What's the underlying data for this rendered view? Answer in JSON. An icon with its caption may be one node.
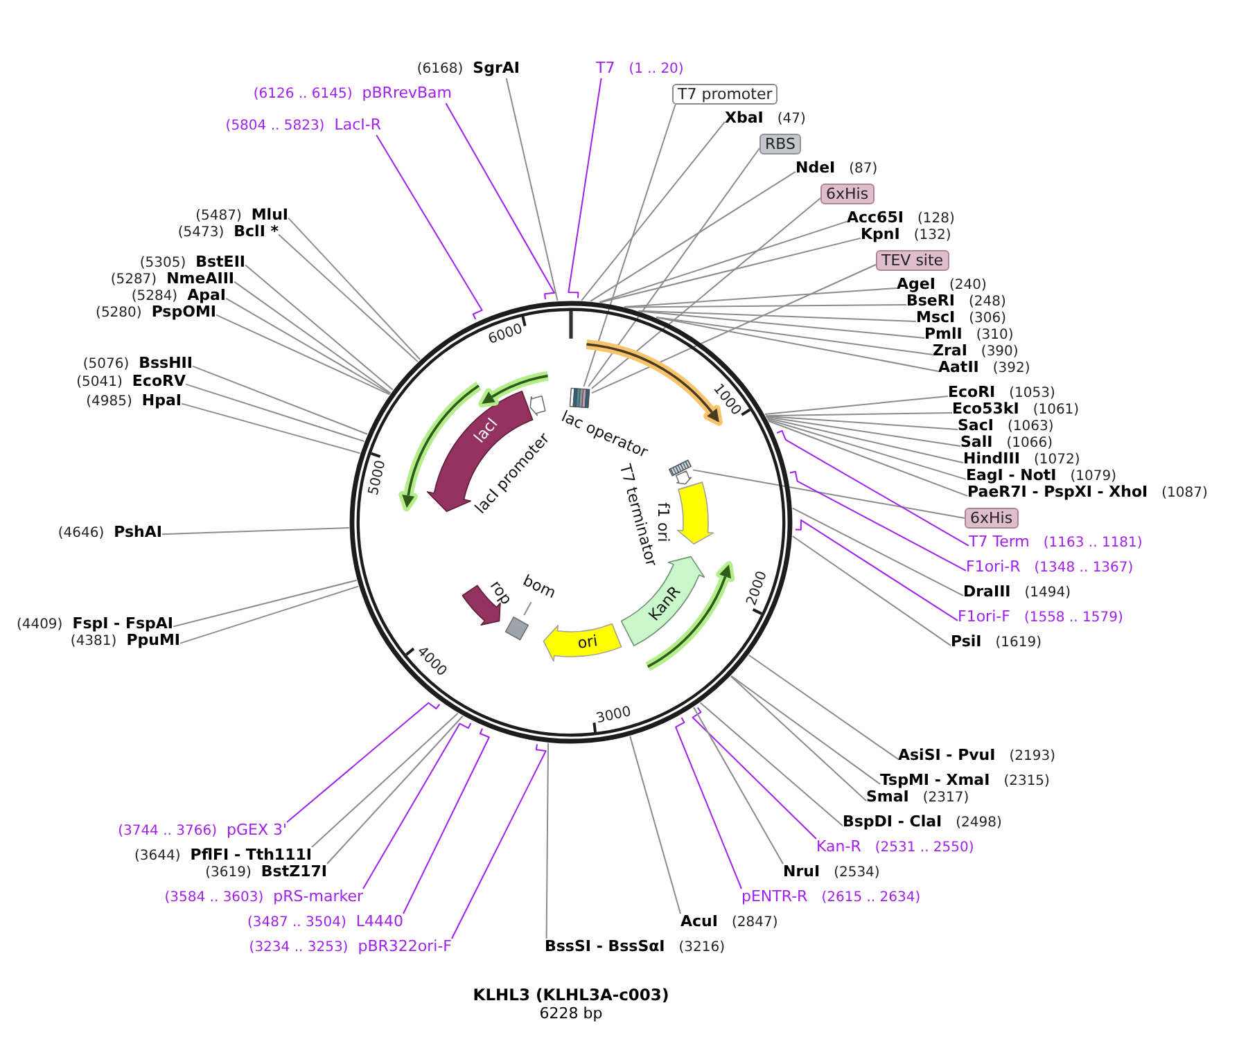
{
  "diagram": {
    "title": "KLHL3 (KLHL3A-c003)",
    "caption": "6228 bp",
    "nodes": [
      {
        "text": [
          "T7",
          "(1 .. 20)"
        ]
      },
      {
        "text": [
          "T7 promoter"
        ]
      },
      {
        "text": [
          "XbaI",
          "(47)"
        ]
      },
      {
        "text": [
          "RBS"
        ]
      },
      {
        "text": [
          "NdeI",
          "(87)"
        ]
      },
      {
        "text": [
          "6xHis"
        ]
      },
      {
        "text": [
          "Acc65I",
          "(128)"
        ]
      },
      {
        "text": [
          "KpnI",
          "(132)"
        ]
      },
      {
        "text": [
          "TEV site"
        ]
      },
      {
        "text": [
          "AgeI",
          "(240)"
        ]
      },
      {
        "text": [
          "BseRI",
          "(248)"
        ]
      },
      {
        "text": [
          "MscI",
          "(306)"
        ]
      },
      {
        "text": [
          "PmlI",
          "(310)"
        ]
      },
      {
        "text": [
          "ZraI",
          "(390)"
        ]
      },
      {
        "text": [
          "AatII",
          "(392)"
        ]
      },
      {
        "text": [
          "EcoRI",
          "(1053)"
        ]
      },
      {
        "text": [
          "Eco53kI",
          "(1061)"
        ]
      },
      {
        "text": [
          "SacI",
          "(1063)"
        ]
      },
      {
        "text": [
          "SalI",
          "(1066)"
        ]
      },
      {
        "text": [
          "HindIII",
          "(1072)"
        ]
      },
      {
        "text": [
          "EagI - NotI",
          "(1079)"
        ]
      },
      {
        "text": [
          "PaeR7I - PspXI - XhoI",
          "(1087)"
        ]
      },
      {
        "text": [
          "6xHis"
        ]
      },
      {
        "text": [
          "T7 Term",
          "(1163 .. 1181)"
        ]
      },
      {
        "text": [
          "F1ori-R",
          "(1348 .. 1367)"
        ]
      },
      {
        "text": [
          "DraIII",
          "(1494)"
        ]
      },
      {
        "text": [
          "F1ori-F",
          "(1558 .. 1579)"
        ]
      },
      {
        "text": [
          "PsiI",
          "(1619)"
        ]
      },
      {
        "text": [
          "AsiSI - PvuI",
          "(2193)"
        ]
      },
      {
        "text": [
          "TspMI - XmaI",
          "(2315)"
        ]
      },
      {
        "text": [
          "SmaI",
          "(2317)"
        ]
      },
      {
        "text": [
          "BspDI - ClaI",
          "(2498)"
        ]
      },
      {
        "text": [
          "Kan-R",
          "(2531 .. 2550)"
        ]
      },
      {
        "text": [
          "NruI",
          "(2534)"
        ]
      },
      {
        "text": [
          "pENTR-R",
          "(2615 .. 2634)"
        ]
      },
      {
        "text": [
          "AcuI",
          "(2847)"
        ]
      },
      {
        "text": [
          "BssSI - BssSαI",
          "(3216)"
        ]
      },
      {
        "text": [
          "(3234 .. 3253)",
          "pBR322ori-F"
        ]
      },
      {
        "text": [
          "(3487 .. 3504)",
          "L4440"
        ]
      },
      {
        "text": [
          "(3584 .. 3603)",
          "pRS-marker"
        ]
      },
      {
        "text": [
          "(3619)",
          "BstZ17I"
        ]
      },
      {
        "text": [
          "(3644)",
          "PflFI - Tth111I"
        ]
      },
      {
        "text": [
          "(3744 .. 3766)",
          "pGEX 3'"
        ]
      },
      {
        "text": [
          "(4381)",
          "PpuMI"
        ]
      },
      {
        "text": [
          "(4409)",
          "FspI - FspAI"
        ]
      },
      {
        "text": [
          "(4646)",
          "PshAI"
        ]
      },
      {
        "text": [
          "(4985)",
          "HpaI"
        ]
      },
      {
        "text": [
          "(5041)",
          "EcoRV"
        ]
      },
      {
        "text": [
          "(5076)",
          "BssHII"
        ]
      },
      {
        "text": [
          "(5280)",
          "PspOMI"
        ]
      },
      {
        "text": [
          "(5284)",
          "ApaI"
        ]
      },
      {
        "text": [
          "(5287)",
          "NmeAIII"
        ]
      },
      {
        "text": [
          "(5305)",
          "BstEII"
        ]
      },
      {
        "text": [
          "(5473)",
          "BclI *"
        ]
      },
      {
        "text": [
          "(5487)",
          "MluI"
        ]
      },
      {
        "text": [
          "(5804 .. 5823)",
          "LacI-R"
        ]
      },
      {
        "text": [
          "(6126 .. 6145)",
          "pBRrevBam"
        ]
      },
      {
        "text": [
          "(6168)",
          "SgrAI"
        ]
      },
      {
        "text": [
          "1000",
          "2000",
          "3000",
          "4000",
          "5000",
          "6000"
        ]
      },
      {
        "text": [],
        "shape": "arrow",
        "in": 58
      },
      {
        "text": [],
        "shape": "box",
        "in": 58,
        "beside": [
          "lac operator"
        ]
      },
      {
        "text": [],
        "shape": "box",
        "in": 58
      },
      {
        "text": [],
        "shape": "arrow",
        "in": 58
      },
      {
        "text": [],
        "shape": "arrow",
        "in": 58,
        "beside": [
          "f1 ori"
        ]
      },
      {
        "text": [
          "KanR"
        ],
        "in": 58
      },
      {
        "text": [],
        "shape": "arrow",
        "in": 58
      },
      {
        "text": [
          "ori"
        ],
        "in": 58
      },
      {
        "text": [],
        "shape": "box",
        "in": 58
      },
      {
        "text": [
          "bom"
        ],
        "in": 58
      },
      {
        "text": [],
        "shape": "arrow",
        "in": 58,
        "beside": [
          "rop"
        ]
      },
      {
        "text": [
          "lacI"
        ],
        "in": 58
      },
      {
        "text": [],
        "shape": "arrow",
        "in": 58
      },
      {
        "text": [],
        "shape": "arrow",
        "in": 58
      },
      {
        "text": [],
        "shape": "arrow",
        "in": 58
      }
    ],
    "edges": [
      {
        "from": 0,
        "to": 58,
        "arrow": "none",
        "color": "#a020f0"
      },
      {
        "from": 1,
        "to": 60,
        "arrow": "none"
      },
      {
        "from": 2,
        "to": 58,
        "arrow": "none"
      },
      {
        "from": 3,
        "to": 60,
        "arrow": "none"
      },
      {
        "from": 4,
        "to": 58,
        "arrow": "none"
      },
      {
        "from": 5,
        "to": 60,
        "arrow": "none"
      },
      {
        "from": 6,
        "to": 58,
        "arrow": "none"
      },
      {
        "from": 7,
        "to": 58,
        "arrow": "none"
      },
      {
        "from": 8,
        "to": 60,
        "arrow": "none"
      },
      {
        "from": 9,
        "to": 58,
        "arrow": "none"
      },
      {
        "from": 10,
        "to": 58,
        "arrow": "none"
      },
      {
        "from": 11,
        "to": 58,
        "arrow": "none"
      },
      {
        "from": 12,
        "to": 58,
        "arrow": "none"
      },
      {
        "from": 13,
        "to": 58,
        "arrow": "none"
      },
      {
        "from": 14,
        "to": 58,
        "arrow": "none"
      },
      {
        "from": 15,
        "to": 58,
        "arrow": "none"
      },
      {
        "from": 16,
        "to": 58,
        "arrow": "none"
      },
      {
        "from": 17,
        "to": 58,
        "arrow": "none"
      },
      {
        "from": 18,
        "to": 58,
        "arrow": "none"
      },
      {
        "from": 19,
        "to": 58,
        "arrow": "none"
      },
      {
        "from": 20,
        "to": 58,
        "arrow": "none"
      },
      {
        "from": 21,
        "to": 58,
        "arrow": "none"
      },
      {
        "from": 22,
        "to": 61,
        "arrow": "none"
      },
      {
        "from": 23,
        "to": 58,
        "arrow": "none",
        "color": "#a020f0"
      },
      {
        "from": 24,
        "to": 58,
        "arrow": "none",
        "color": "#a020f0"
      },
      {
        "from": 25,
        "to": 58,
        "arrow": "none"
      },
      {
        "from": 26,
        "to": 58,
        "arrow": "none",
        "color": "#a020f0"
      },
      {
        "from": 27,
        "to": 58,
        "arrow": "none"
      },
      {
        "from": 28,
        "to": 58,
        "arrow": "none"
      },
      {
        "from": 29,
        "to": 58,
        "arrow": "none"
      },
      {
        "from": 30,
        "to": 58,
        "arrow": "none"
      },
      {
        "from": 31,
        "to": 58,
        "arrow": "none"
      },
      {
        "from": 32,
        "to": 58,
        "arrow": "none",
        "color": "#a020f0"
      },
      {
        "from": 33,
        "to": 58,
        "arrow": "none"
      },
      {
        "from": 34,
        "to": 58,
        "arrow": "none",
        "color": "#a020f0"
      },
      {
        "from": 35,
        "to": 58,
        "arrow": "none"
      },
      {
        "from": 36,
        "to": 58,
        "arrow": "none"
      },
      {
        "from": 37,
        "to": 58,
        "arrow": "none",
        "color": "#a020f0"
      },
      {
        "from": 38,
        "to": 58,
        "arrow": "none",
        "color": "#a020f0"
      },
      {
        "from": 39,
        "to": 58,
        "arrow": "none",
        "color": "#a020f0"
      },
      {
        "from": 40,
        "to": 58,
        "arrow": "none"
      },
      {
        "from": 41,
        "to": 58,
        "arrow": "none"
      },
      {
        "from": 42,
        "to": 58,
        "arrow": "none",
        "color": "#a020f0"
      },
      {
        "from": 43,
        "to": 58,
        "arrow": "none"
      },
      {
        "from": 44,
        "to": 58,
        "arrow": "none"
      },
      {
        "from": 45,
        "to": 58,
        "arrow": "none"
      },
      {
        "from": 46,
        "to": 58,
        "arrow": "none"
      },
      {
        "from": 47,
        "to": 58,
        "arrow": "none"
      },
      {
        "from": 48,
        "to": 58,
        "arrow": "none"
      },
      {
        "from": 49,
        "to": 58,
        "arrow": "none"
      },
      {
        "from": 50,
        "to": 58,
        "arrow": "none"
      },
      {
        "from": 51,
        "to": 58,
        "arrow": "none"
      },
      {
        "from": 52,
        "to": 58,
        "arrow": "none"
      },
      {
        "from": 53,
        "to": 58,
        "arrow": "none"
      },
      {
        "from": 54,
        "to": 58,
        "arrow": "none"
      },
      {
        "from": 55,
        "to": 58,
        "arrow": "none",
        "color": "#a020f0"
      },
      {
        "from": 56,
        "to": 58,
        "arrow": "none",
        "color": "#a020f0"
      },
      {
        "from": 57,
        "to": 58,
        "arrow": "none"
      },
      {
        "from": 68,
        "to": 67,
        "arrow": "none"
      }
    ],
    "labels": [
      "lacI promoter",
      "T7 terminator"
    ]
  }
}
